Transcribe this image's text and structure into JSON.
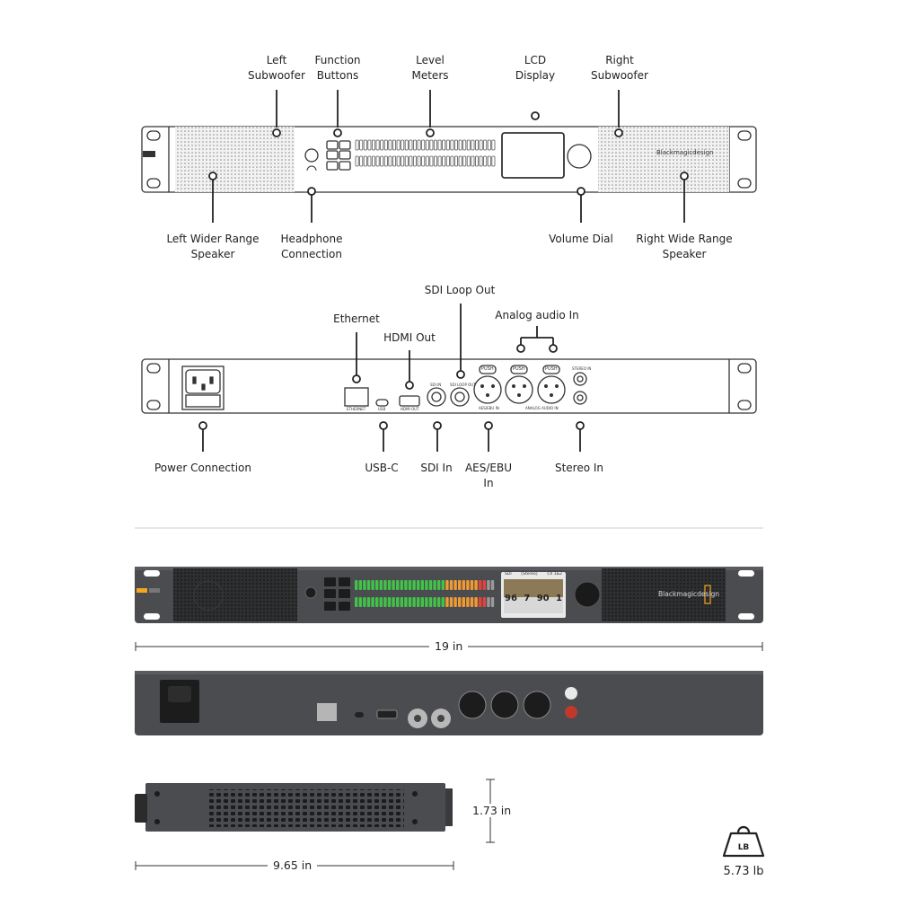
{
  "front_callouts": {
    "left_subwoofer": "Left\nSubwoofer",
    "function_buttons": "Function\nButtons",
    "level_meters": "Level\nMeters",
    "lcd_display": "LCD\nDisplay",
    "right_subwoofer": "Right\nSubwoofer",
    "left_wider_range_speaker": "Left Wider Range\nSpeaker",
    "headphone_connection": "Headphone\nConnection",
    "volume_dial": "Volume Dial",
    "right_wide_range_speaker": "Right Wide Range\nSpeaker"
  },
  "rear_callouts": {
    "sdi_loop_out": "SDI Loop Out",
    "ethernet": "Ethernet",
    "analog_audio_in": "Analog audio In",
    "hdmi_out": "HDMI Out",
    "power_connection": "Power Connection",
    "usb_c": "USB-C",
    "sdi_in": "SDI In",
    "aes_ebu_in": "AES/EBU\nIn",
    "stereo_in": "Stereo In"
  },
  "panel_text": {
    "brand": "Blackmagicdesign",
    "push": "PUSH",
    "ethernet": "ETHERNET",
    "usb": "USB",
    "hdmi_out": "HDMI OUT",
    "sdi_in": "SDI IN",
    "sdi_loop_out": "SDI LOOP OUT",
    "aes_ebu_in": "AES/EBU IN",
    "analog_audio_in": "ANALOG AUDIO IN",
    "stereo_in": "STEREO IN",
    "lcd_digits": [
      "96",
      "7",
      "90",
      "1"
    ],
    "lcd_header": [
      "SDI",
      "[Stereo]",
      "Ch 1&2"
    ]
  },
  "dimensions": {
    "width": "19 in",
    "height": "1.73 in",
    "depth": "9.65 in",
    "weight_unit": "LB",
    "weight": "5.73 lb"
  },
  "colors": {
    "panel_outline": "#333333",
    "photo_body": "#4a4c50",
    "meter_green": "#43c24a",
    "meter_orange": "#f09a33",
    "meter_red": "#e2443a",
    "accent_orange": "#f5a623"
  }
}
